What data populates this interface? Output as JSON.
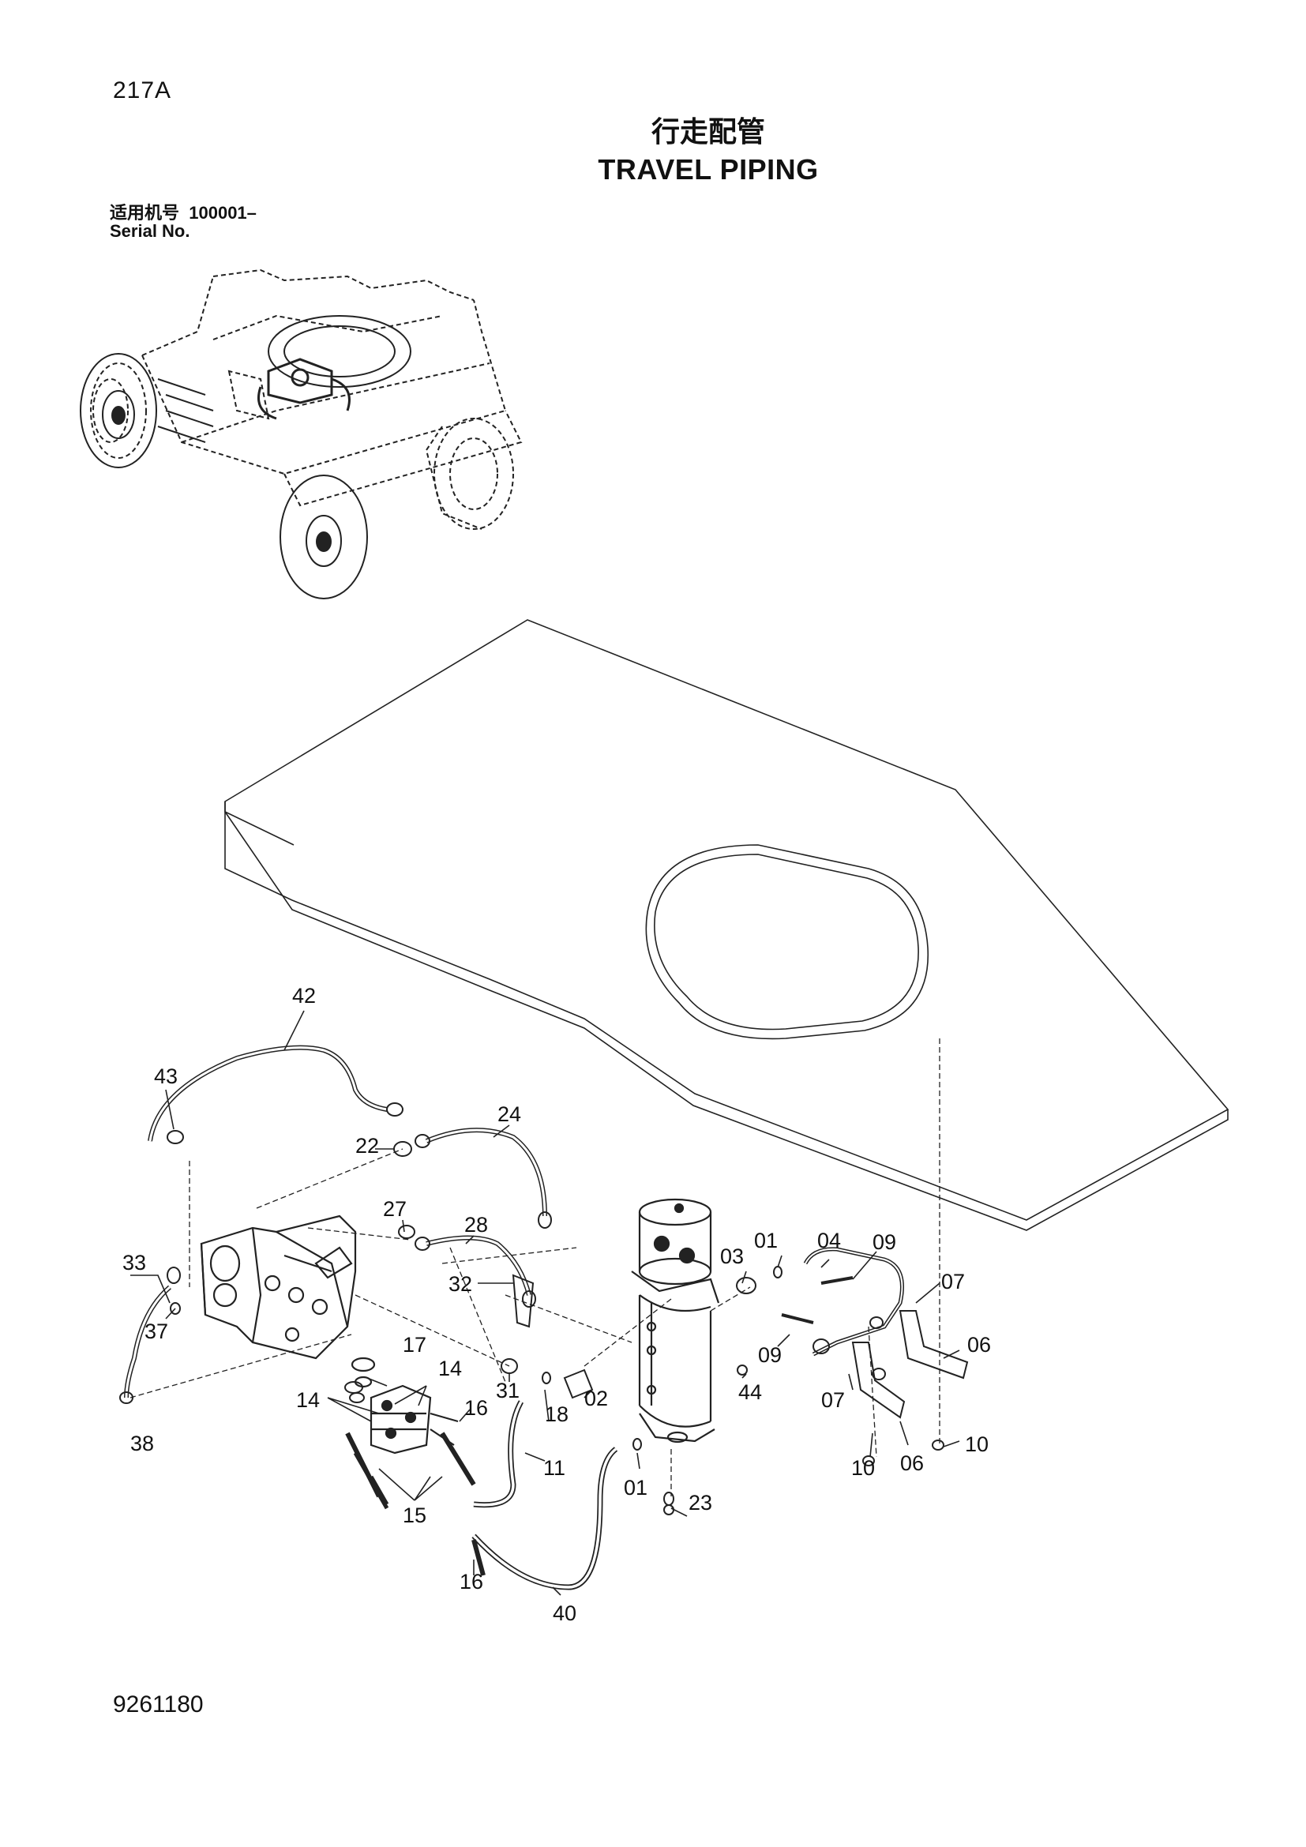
{
  "header": {
    "page_code": "217A",
    "title_cn": "行走配管",
    "title_en": "TRAVEL PIPING",
    "serial_label_cn": "适用机号",
    "serial_value": "100001–",
    "serial_label_en": "Serial No."
  },
  "callouts": [
    {
      "key": "c42",
      "label": "42"
    },
    {
      "key": "c43",
      "label": "43"
    },
    {
      "key": "c24",
      "label": "24"
    },
    {
      "key": "c22",
      "label": "22"
    },
    {
      "key": "c27",
      "label": "27"
    },
    {
      "key": "c28",
      "label": "28"
    },
    {
      "key": "c33",
      "label": "33"
    },
    {
      "key": "c32",
      "label": "32"
    },
    {
      "key": "c37",
      "label": "37"
    },
    {
      "key": "c17",
      "label": "17"
    },
    {
      "key": "c14a",
      "label": "14"
    },
    {
      "key": "c14b",
      "label": "14"
    },
    {
      "key": "c31",
      "label": "31"
    },
    {
      "key": "c16a",
      "label": "16"
    },
    {
      "key": "c18",
      "label": "18"
    },
    {
      "key": "c02",
      "label": "02"
    },
    {
      "key": "c38",
      "label": "38"
    },
    {
      "key": "c11",
      "label": "11"
    },
    {
      "key": "c15",
      "label": "15"
    },
    {
      "key": "c01b",
      "label": "01"
    },
    {
      "key": "c23",
      "label": "23"
    },
    {
      "key": "c16b",
      "label": "16"
    },
    {
      "key": "c40",
      "label": "40"
    },
    {
      "key": "c04",
      "label": "04"
    },
    {
      "key": "c01a",
      "label": "01"
    },
    {
      "key": "c03",
      "label": "03"
    },
    {
      "key": "c09a",
      "label": "09"
    },
    {
      "key": "c07a",
      "label": "07"
    },
    {
      "key": "c09b",
      "label": "09"
    },
    {
      "key": "c44",
      "label": "44"
    },
    {
      "key": "c07b",
      "label": "07"
    },
    {
      "key": "c06a",
      "label": "06"
    },
    {
      "key": "c06b",
      "label": "06"
    },
    {
      "key": "c10a",
      "label": "10"
    },
    {
      "key": "c10b",
      "label": "10"
    }
  ],
  "footer": {
    "doc_number": "9261180"
  }
}
